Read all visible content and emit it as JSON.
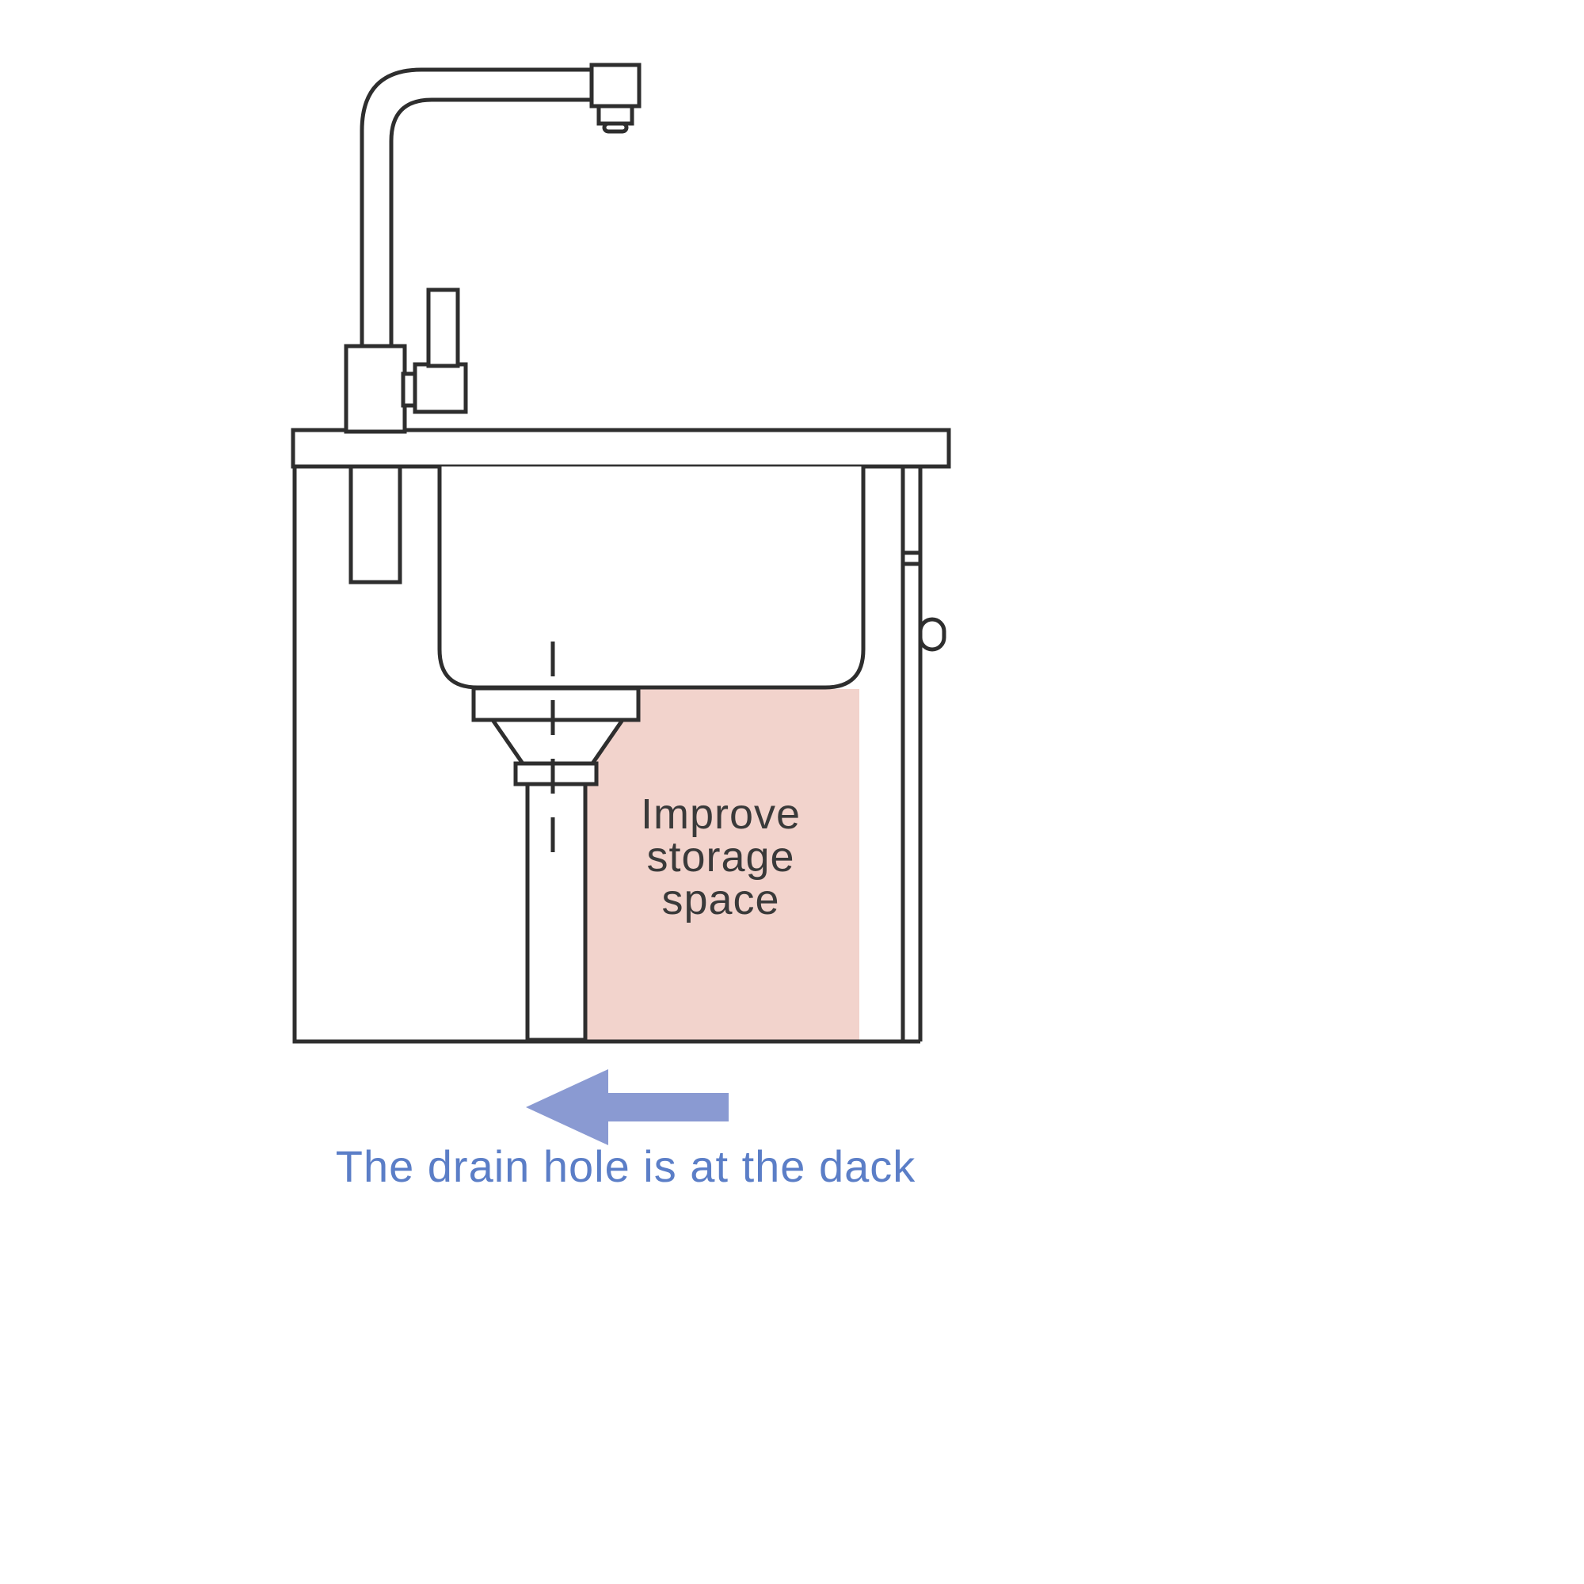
{
  "linework": {
    "color": "#2e2e2e"
  },
  "highlight": {
    "fill": "#f2d3cc",
    "label_lines": [
      "Improve",
      "storage",
      "space"
    ],
    "label_color": "#3a3a3a"
  },
  "arrow": {
    "icon": "left-arrow",
    "fill": "#8a9ad2"
  },
  "caption": {
    "text": "The drain hole is at the dack",
    "color": "#5b7ec7"
  }
}
